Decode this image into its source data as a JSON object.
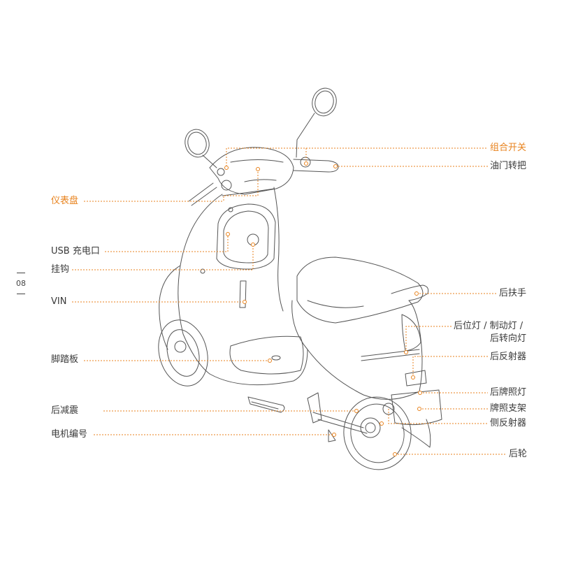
{
  "page_number": "08",
  "highlight_color": "#e8821c",
  "text_color": "#3a3a3a",
  "labels": {
    "combo_switch": "组合开关",
    "throttle": "油门转把",
    "dashboard": "仪表盘",
    "usb": "USB 充电口",
    "hook": "挂钩",
    "vin": "VIN",
    "rear_handle": "后扶手",
    "rear_lights_line1": "后位灯 / 制动灯 /",
    "rear_lights_line2": "后转向灯",
    "rear_reflector": "后反射器",
    "footboard": "脚踏板",
    "license_light": "后牌照灯",
    "license_bracket": "牌照支架",
    "rear_shock": "后减震",
    "side_reflector": "侧反射器",
    "motor_number": "电机编号",
    "rear_wheel": "后轮"
  }
}
